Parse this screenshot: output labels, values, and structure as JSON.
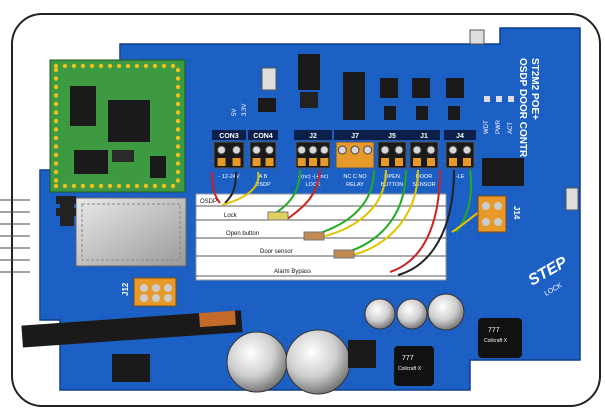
{
  "board": {
    "title_line1": "ST2M2 POE+",
    "title_line2": "OSDP DOOR CONTR",
    "brand_top": "STEP",
    "brand_bottom": "LOCK"
  },
  "connectors": {
    "con3": "CON3",
    "con4": "CON4",
    "j2": "J2",
    "j7": "J7",
    "j5": "J5",
    "j1": "J1",
    "j4": "J4",
    "j14": "J14",
    "j12": "J12"
  },
  "pin_labels": {
    "con3_pins": "- 12-24V",
    "con4_pins": "A B",
    "con4_sub": "OSDP",
    "j2_pins": "+(nc) -(+ nc)",
    "j2_sub": "LOCK",
    "j7_pins": "NC C NO",
    "j7_sub": "RELAY",
    "j5_pins": "OPEN",
    "j5_sub": "BUTTON",
    "j1_pins": "DOOR",
    "j1_sub": "SENSOR",
    "j4_pins": "-LE",
    "led_labels": [
      "WDT",
      "PWR",
      "ACT"
    ],
    "voltage_labels": [
      "5V",
      "3.3V"
    ]
  },
  "wiring_panel": {
    "rows": [
      "OSDP",
      "Lock",
      "Open button",
      "Door sensor",
      "Alarm Bypass"
    ]
  },
  "inductors": [
    {
      "code": "777",
      "sub": "Coilcraft X"
    },
    {
      "code": "777",
      "sub": "Coilcraft X"
    }
  ],
  "colors": {
    "pcb_blue": "#1c5fc4",
    "module_green": "#3e9a40",
    "terminal_orange": "#e79a2a"
  }
}
